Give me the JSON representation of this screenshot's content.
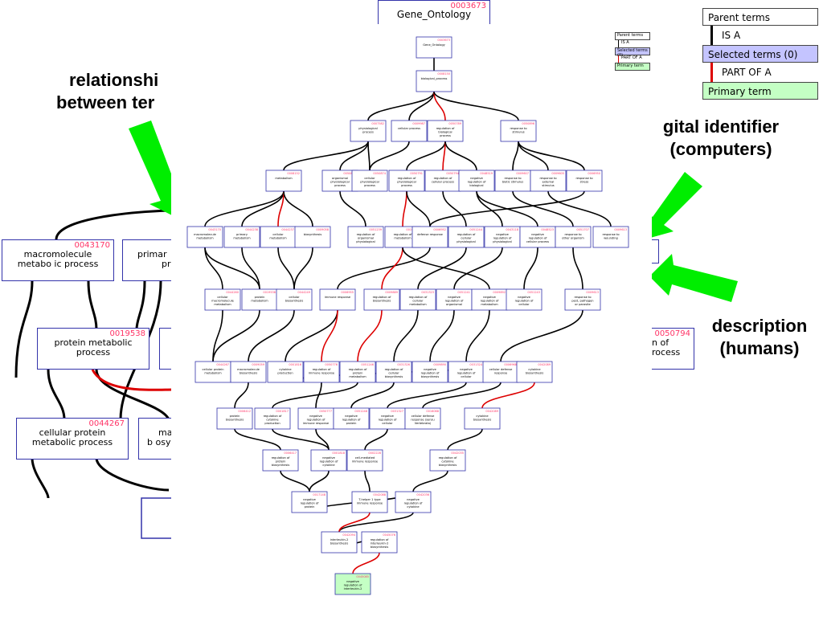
{
  "top_box": {
    "id": "0003673",
    "name": "Gene_Ontology"
  },
  "annotations": {
    "relationship": [
      "relationshi",
      "between ter"
    ],
    "digital_identifier": [
      "gital identifier",
      "(computers)"
    ],
    "description": [
      "description",
      "(humans)"
    ]
  },
  "legend": {
    "parent_terms": "Parent terms",
    "is_a": "IS A",
    "selected_terms": "Selected terms (0)",
    "part_of": "PART OF A",
    "primary_term": "Primary term"
  },
  "colors": {
    "arrow": "#00ee00",
    "term_border": "#3333aa",
    "id_text": "#ff3366",
    "selected_fill": "#c4c4ff",
    "primary_fill": "#c4ffc4",
    "part_of": "#dd0000"
  },
  "bg_terms": [
    {
      "id": "0043170",
      "name": [
        "macromolecule",
        "metabo ic process"
      ]
    },
    {
      "id": "",
      "name": [
        "primar",
        "pr"
      ]
    },
    {
      "id": "0019538",
      "name": [
        "protein metabolic",
        "process"
      ]
    },
    {
      "id": "0044267",
      "name": [
        "cellular protein",
        "metabolic process"
      ]
    },
    {
      "id": "",
      "name": [
        "ma",
        "b osy"
      ]
    },
    {
      "id": "0050794",
      "name": [
        "n of",
        "rocess"
      ]
    }
  ],
  "graph_nodes": [
    {
      "id": "0003673",
      "name": "Gene_Ontology"
    },
    {
      "id": "0008150",
      "name": "biological_process"
    },
    {
      "id": "0007582",
      "name": "physiological process"
    },
    {
      "id": "0009987",
      "name": "cellular process"
    },
    {
      "id": "0050789",
      "name": "regulation of biological process"
    },
    {
      "id": "0050896",
      "name": "response to stimulus"
    },
    {
      "id": "0008152",
      "name": "metabolism"
    },
    {
      "id": "0050875",
      "name": "organismal physiological process"
    },
    {
      "id": "0050874",
      "name": "cellular physiological process"
    },
    {
      "id": "0050791",
      "name": "regulation of physiological process"
    },
    {
      "id": "0050794",
      "name": "regulation of cellular process"
    },
    {
      "id": "0048519",
      "name": "negative regulation of biological process"
    },
    {
      "id": "0009607",
      "name": "response to biotic stimulus"
    },
    {
      "id": "0009605",
      "name": "response to external stimulus"
    },
    {
      "id": "0006950",
      "name": "response to stress"
    },
    {
      "id": "0043170",
      "name": "macromolecule metabolism"
    },
    {
      "id": "0044238",
      "name": "primary metabolism"
    },
    {
      "id": "0044237",
      "name": "cellular metabolism"
    },
    {
      "id": "0009058",
      "name": "biosynthesis"
    },
    {
      "id": "0051239",
      "name": "regulation of organismal physiological"
    },
    {
      "id": "0019222",
      "name": "regulation of metabolism"
    },
    {
      "id": "0006952",
      "name": "defense response"
    },
    {
      "id": "0051244",
      "name": "regulation of cellular physiological"
    },
    {
      "id": "0043118",
      "name": "negative regulation of physiological process"
    },
    {
      "id": "0048523",
      "name": "negative regulation of cellular process"
    },
    {
      "id": "0051707",
      "name": "response to other organism"
    },
    {
      "id": "0009613",
      "name": "response to wounding"
    },
    {
      "id": "0044260",
      "name": "cellular macromolecule metabolism"
    },
    {
      "id": "0019538",
      "name": "protein metabolism"
    },
    {
      "id": "0044249",
      "name": "cellular biosynthesis"
    },
    {
      "id": "0006955",
      "name": "immune response"
    },
    {
      "id": "0009889",
      "name": "regulation of biosynthesis"
    },
    {
      "id": "0031323",
      "name": "regulation of cellular metabolism"
    },
    {
      "id": "0051241",
      "name": "negative regulation of organismal physiological"
    },
    {
      "id": "0009892",
      "name": "negative regulation of metabolism"
    },
    {
      "id": "0051243",
      "name": "negative regulation of cellular physiological"
    },
    {
      "id": "0009613",
      "name": "response to pest, pathogen or parasite"
    },
    {
      "id": "0044267",
      "name": "cellular protein metabolism"
    },
    {
      "id": "0009059",
      "name": "macromolecule biosynthesis"
    },
    {
      "id": "0001816",
      "name": "cytokine production"
    },
    {
      "id": "0050776",
      "name": "regulation of immune response"
    },
    {
      "id": "0051246",
      "name": "regulation of protein metabolism"
    },
    {
      "id": "0031326",
      "name": "regulation of cellular biosynthesis"
    },
    {
      "id": "0009890",
      "name": "negative regulation of biosynthesis"
    },
    {
      "id": "0031324",
      "name": "negative regulation of cellular metabolism"
    },
    {
      "id": "0006968",
      "name": "cellular defense response"
    },
    {
      "id": "0042089",
      "name": "cytokine biosynthesis"
    },
    {
      "id": "0006412",
      "name": "protein biosynthesis"
    },
    {
      "id": "0001817",
      "name": "regulation of cytokine production"
    },
    {
      "id": "0050777",
      "name": "negative regulation of immune response"
    },
    {
      "id": "0051248",
      "name": "negative regulation of protein metabolism"
    },
    {
      "id": "0031327",
      "name": "negative regulation of cellular biosynthesis"
    },
    {
      "id": "0016068",
      "name": "cellular defense response (sensu Vertebrata)"
    },
    {
      "id": "0042089",
      "name": "cytokine biosynthesis"
    },
    {
      "id": "0006417",
      "name": "regulation of protein biosynthesis"
    },
    {
      "id": "0001818",
      "name": "negative regulation of cytokine production"
    },
    {
      "id": "0002228",
      "name": "cell-mediated immune response"
    },
    {
      "id": "0042035",
      "name": "regulation of cytokine biosynthesis"
    },
    {
      "id": "0017148",
      "name": "negative regulation of protein biosynthesis"
    },
    {
      "id": "0042088",
      "name": "T-helper 1 type immune response"
    },
    {
      "id": "0042036",
      "name": "negative regulation of cytokine biosynthesis"
    },
    {
      "id": "0042094",
      "name": "interleukin-2 biosynthesis"
    },
    {
      "id": "0045076",
      "name": "regulation of interleukin-2 biosynthesis"
    },
    {
      "id": "0045085",
      "name": "negative regulation of interleukin-2 biosynthesis"
    }
  ],
  "mini_legend": {
    "parent_terms": "Parent terms",
    "is_a": "IS A",
    "selected_terms": "Selected terms (0)",
    "part_of": "PART OF A",
    "primary_term": "Primary term"
  }
}
